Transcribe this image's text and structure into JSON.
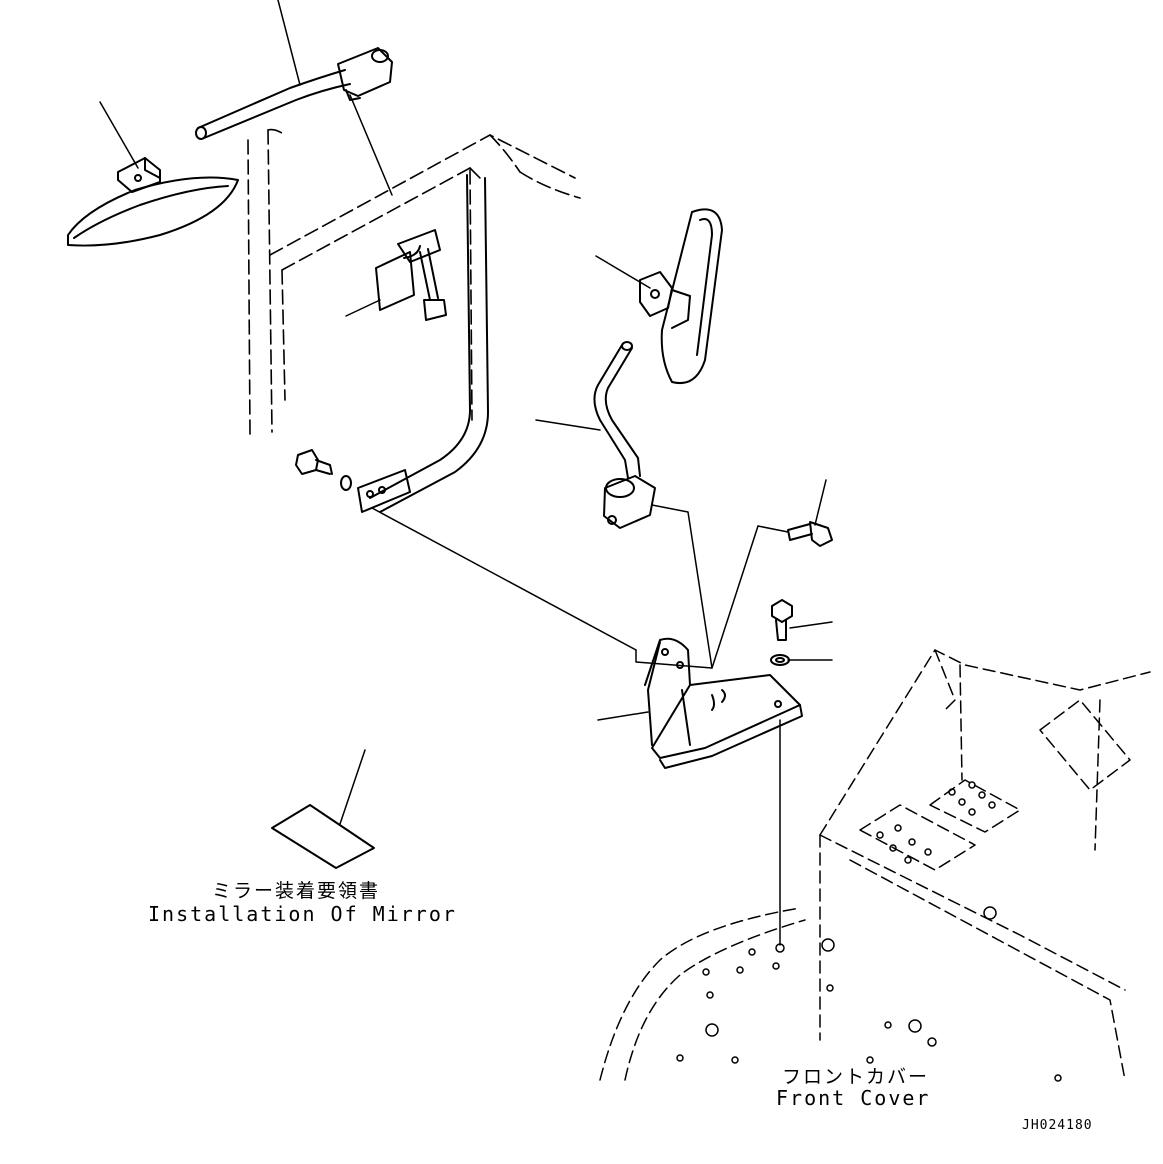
{
  "labels": {
    "manual_jp": "ミラー装着要領書",
    "manual_en": "Installation Of Mirror",
    "cover_jp": "フロントカバー",
    "cover_en": "Front Cover",
    "drawing_id": "JH024180"
  },
  "colors": {
    "line": "#000000",
    "background": "#ffffff"
  }
}
